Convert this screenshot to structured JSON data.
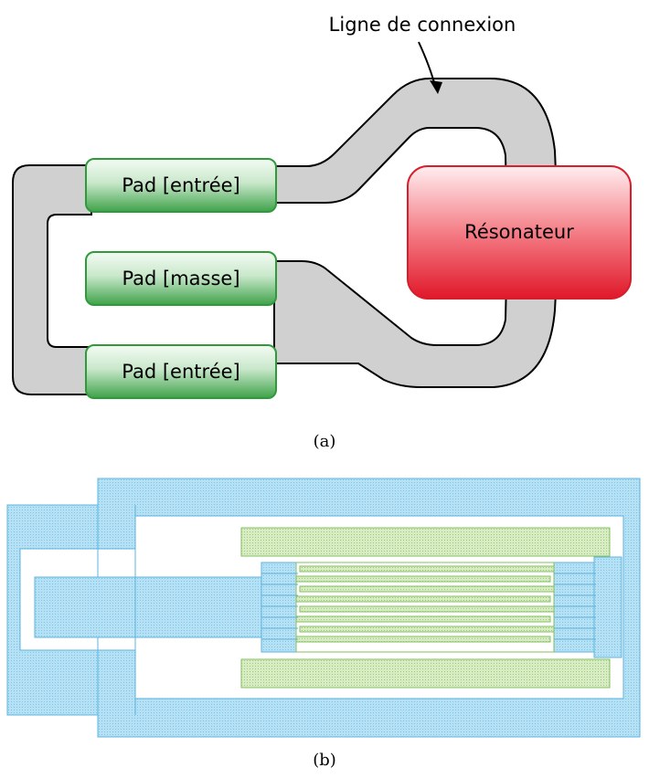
{
  "figure_a": {
    "annotation": "Ligne de connexion",
    "pads": [
      {
        "label": "Pad [entrée]"
      },
      {
        "label": "Pad [masse]"
      },
      {
        "label": "Pad [entrée]"
      }
    ],
    "resonator": "Résonateur",
    "caption": "(a)"
  },
  "figure_b": {
    "caption": "(b)"
  },
  "colors": {
    "line_fill": "#d0d0d0",
    "pad_top": "#f4fbf4",
    "pad_bottom": "#3fa24a",
    "pad_stroke": "#2f9a3a",
    "resonator_top": "#ffe8ea",
    "resonator_bottom": "#e0182a",
    "resonator_stroke": "#d81d2c",
    "layout_blue": "#a8d8f0",
    "layout_blue_stroke": "#5bb5e0",
    "layout_green": "#cfe6b8",
    "layout_green_stroke": "#86bf5f"
  }
}
